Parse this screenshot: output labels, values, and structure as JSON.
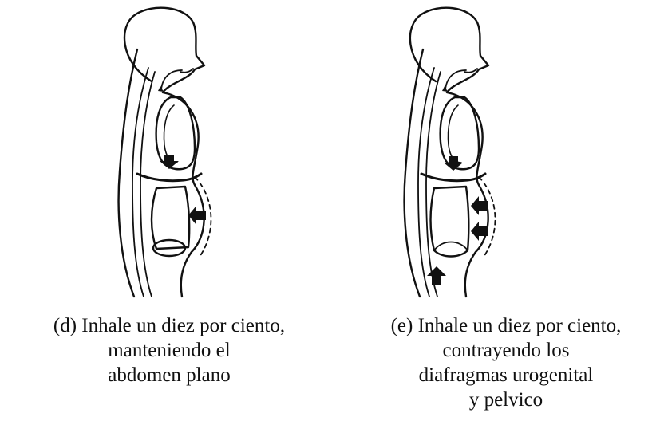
{
  "figures": [
    {
      "id": "d",
      "caption_lines": [
        "(d) Inhale un diez por ciento,",
        "manteniendo el",
        "abdomen plano"
      ]
    },
    {
      "id": "e",
      "caption_lines": [
        "(e) Inhale un diez por ciento,",
        "contrayendo los",
        "diafragmas urogenital",
        "y pelvico"
      ]
    }
  ],
  "icons": {
    "diaphragm_arrow": "down-arrow-icon",
    "abdomen_arrow": "left-arrow-icon",
    "pelvic_arrow": "up-arrow-icon"
  }
}
